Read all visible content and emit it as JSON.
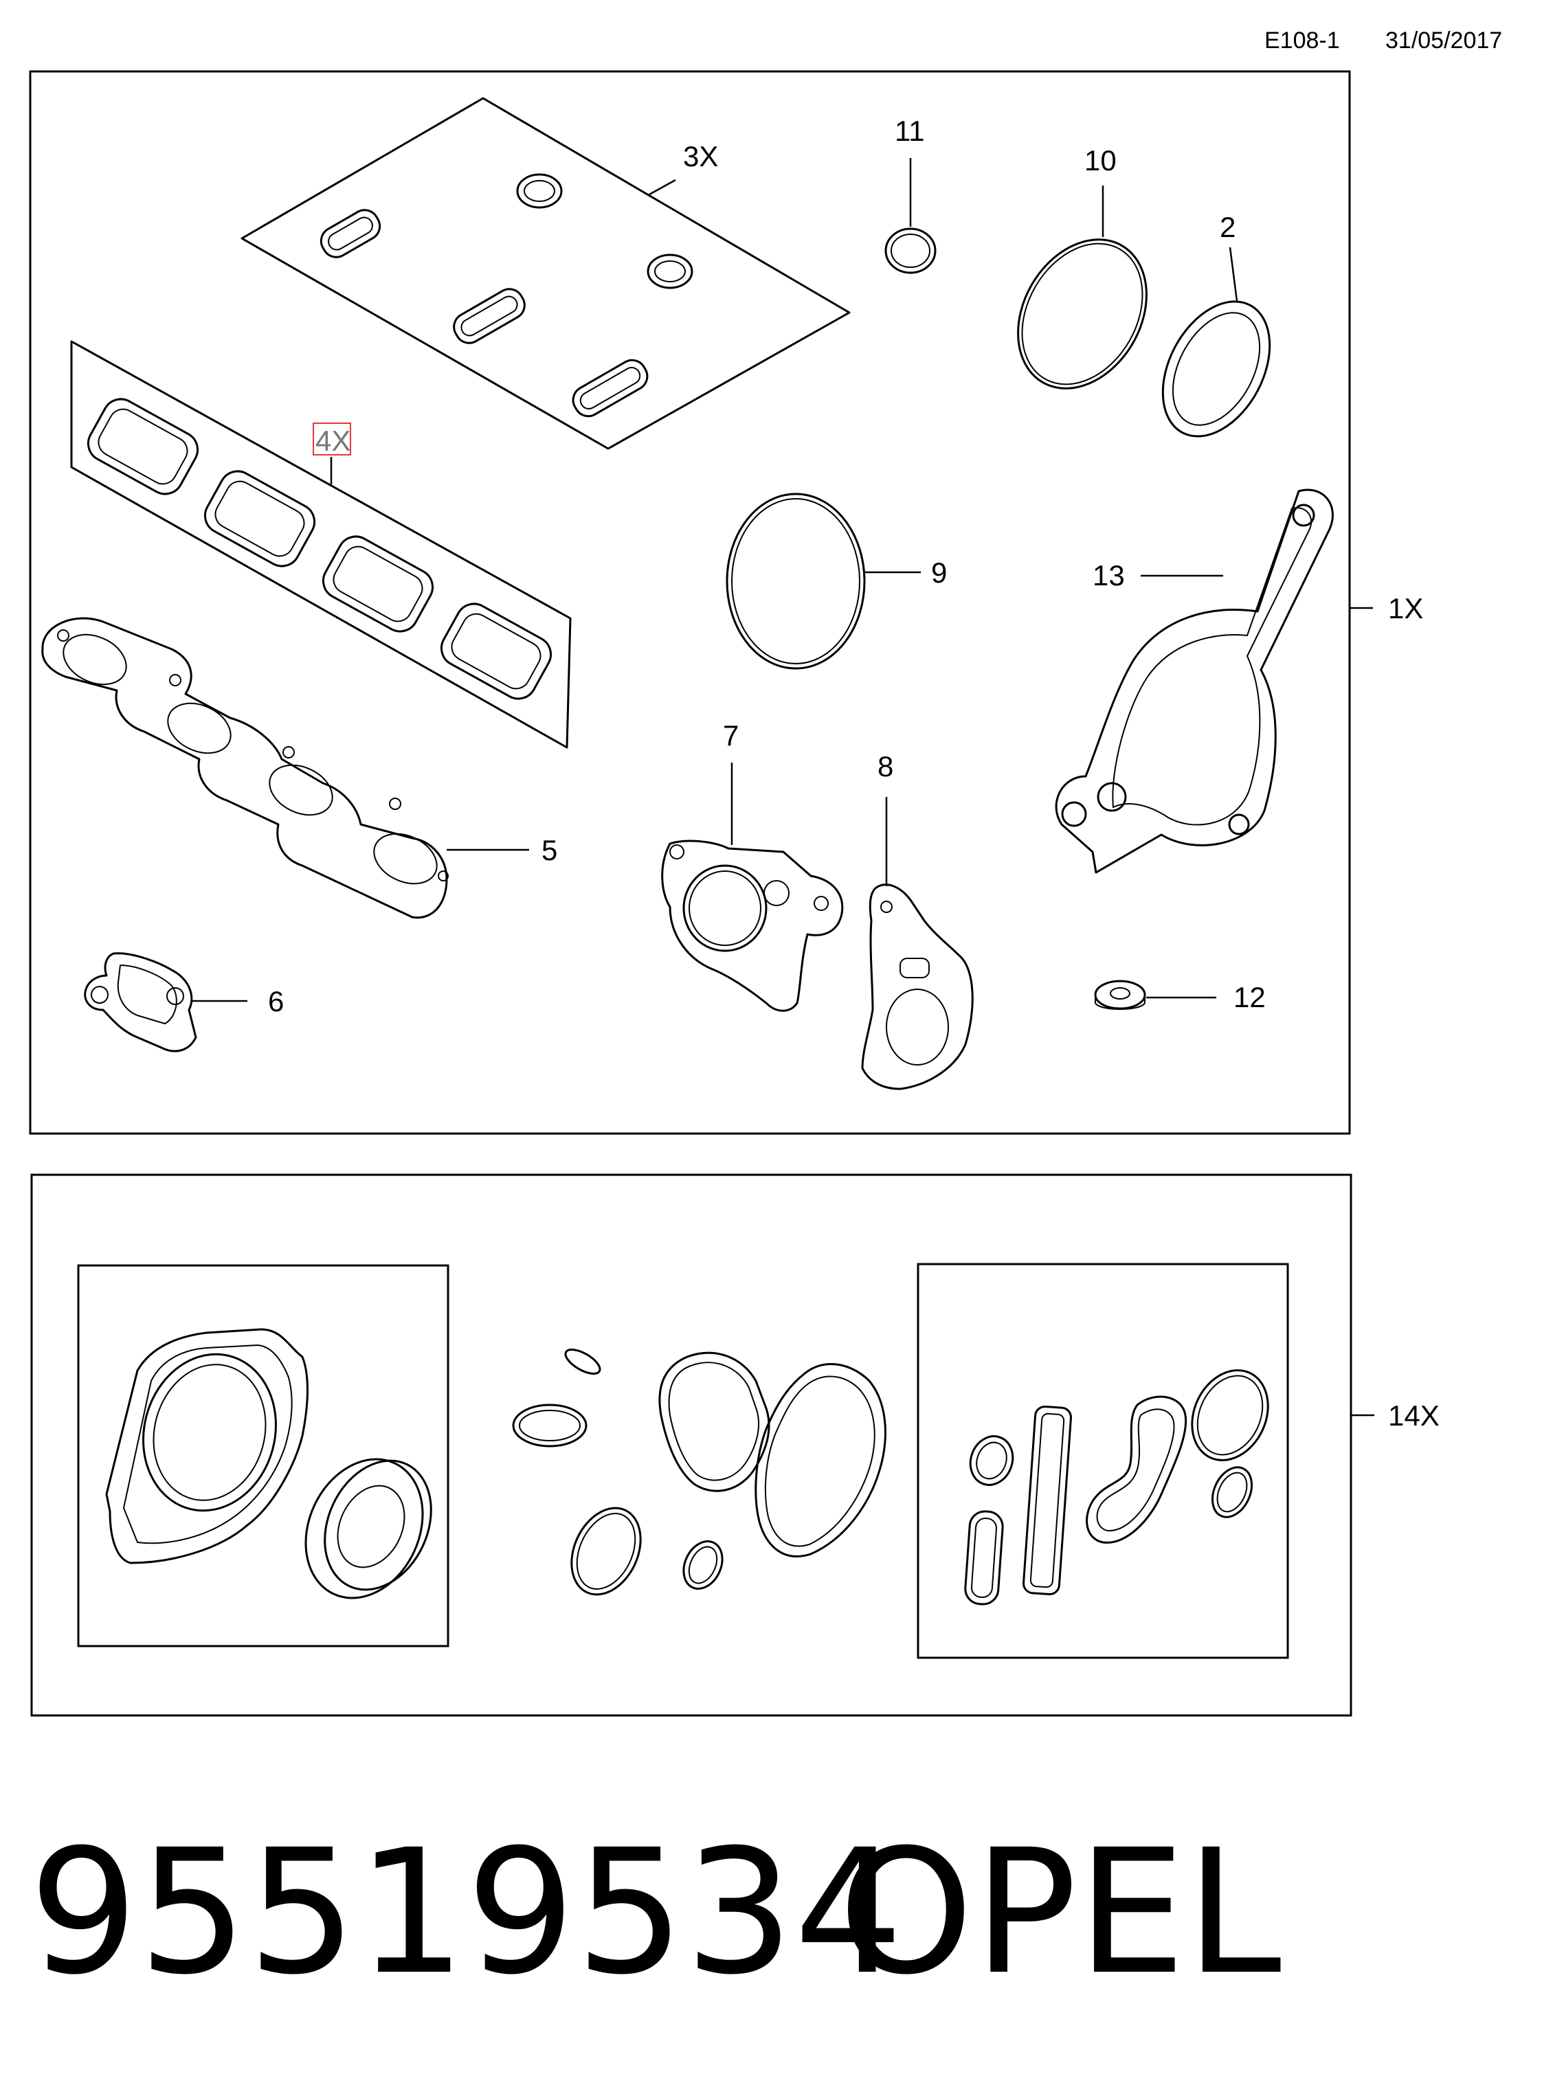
{
  "header": {
    "code": "E108-1",
    "date": "31/05/2017"
  },
  "callouts": {
    "c3x": "3X",
    "c11": "11",
    "c10": "10",
    "c2": "2",
    "c4x": "4X",
    "c9": "9",
    "c13": "13",
    "c1x": "1X",
    "c5": "5",
    "c7": "7",
    "c8": "8",
    "c6": "6",
    "c12": "12",
    "c14x": "14X"
  },
  "footer": {
    "part_number": "95519534",
    "brand": "OPEL"
  },
  "colors": {
    "highlight": "#e53935",
    "ink": "#000000"
  }
}
